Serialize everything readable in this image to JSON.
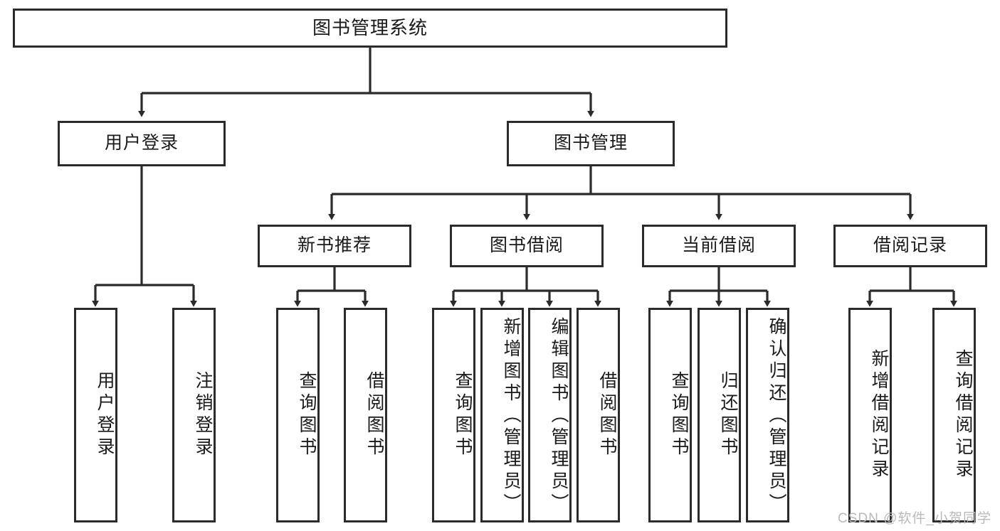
{
  "diagram": {
    "title": "图书管理系统",
    "type": "tree-hierarchy",
    "levels": 4,
    "root": {
      "label": "图书管理系统"
    },
    "level2": [
      {
        "label": "用户登录"
      },
      {
        "label": "图书管理"
      }
    ],
    "level3": [
      {
        "label": "新书推荐"
      },
      {
        "label": "图书借阅"
      },
      {
        "label": "当前借阅"
      },
      {
        "label": "借阅记录"
      }
    ],
    "leaves": {
      "user_login": [
        {
          "label": "用户登录"
        },
        {
          "label": "注销登录"
        }
      ],
      "new_book_recommend": [
        {
          "label": "查询图书"
        },
        {
          "label": "借阅图书"
        }
      ],
      "book_borrow": [
        {
          "label": "查询图书"
        },
        {
          "label": "新增图书（管理员）"
        },
        {
          "label": "编辑图书（管理员）"
        },
        {
          "label": "借阅图书"
        }
      ],
      "current_borrow": [
        {
          "label": "查询图书"
        },
        {
          "label": "归还图书"
        },
        {
          "label": "确认归还（管理员）"
        }
      ],
      "borrow_record": [
        {
          "label": "新增借阅记录"
        },
        {
          "label": "查询借阅记录"
        }
      ]
    }
  },
  "watermark": {
    "text": "CSDN @软件_小贺同学"
  },
  "colors": {
    "stroke": "#2b2b2b",
    "fill": "#ffffff",
    "text": "#1a1a1a",
    "watermark": "#b9b9b9"
  }
}
